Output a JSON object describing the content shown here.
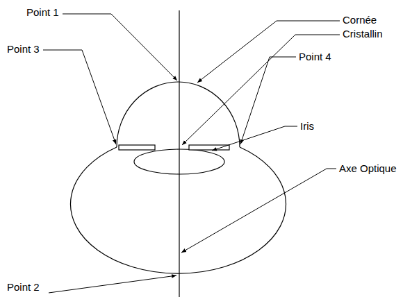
{
  "diagram": {
    "labels": [
      "Point 1",
      "Cornée",
      "Cristallin",
      "Point 3",
      "Point 4",
      "Iris",
      "Axe Optique",
      "Point 2"
    ]
  }
}
